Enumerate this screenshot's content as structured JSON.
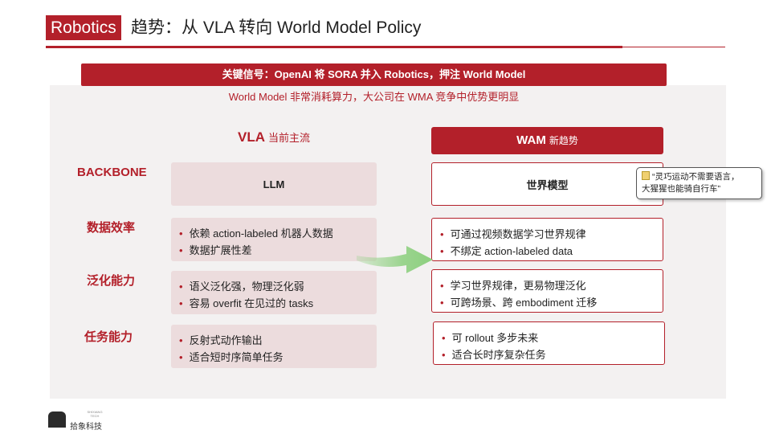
{
  "header": {
    "tag": "Robotics",
    "title": "趋势：从 VLA 转向 World Model Policy"
  },
  "signal": {
    "banner": "关键信号：OpenAI 将 SORA 并入 Robotics，押注 World Model",
    "subtitle": "World Model 非常消耗算力，大公司在 WMA 竞争中优势更明显"
  },
  "columns": {
    "vla": {
      "title": "VLA",
      "subtitle": "当前主流"
    },
    "wam": {
      "title": "WAM",
      "subtitle": "新趋势"
    }
  },
  "rows": {
    "backbone": {
      "label": "BACKBONE",
      "vla": "LLM",
      "wam": "世界模型"
    },
    "data_efficiency": {
      "label": "数据效率",
      "vla": [
        "依赖 action-labeled 机器人数据",
        "数据扩展性差"
      ],
      "wam": [
        "可通过视频数据学习世界规律",
        "不绑定 action-labeled data"
      ]
    },
    "generalization": {
      "label": "泛化能力",
      "vla": [
        "语义泛化强，物理泛化弱",
        "容易 overfit 在见过的 tasks"
      ],
      "wam": [
        "学习世界规律，更易物理泛化",
        "可跨场景、跨 embodiment 迁移"
      ]
    },
    "task_ability": {
      "label": "任务能力",
      "vla": [
        "反射式动作输出",
        "适合短时序简单任务"
      ],
      "wam": [
        "可 rollout 多步未来",
        "适合长时序复杂任务"
      ]
    }
  },
  "note": {
    "icon": "memo-icon",
    "line1": "“灵巧运动不需要语言，",
    "line2": "大猩猩也能骑自行车”"
  },
  "footer": {
    "logo_en_line1": "SHIXIANG",
    "logo_en_line2": "TECH",
    "logo_cn": "拾象科技"
  },
  "colors": {
    "accent": "#b3202a",
    "vla_box": "#ecdcdd",
    "arrow": "#8ccf7e",
    "panel": "#f3f1f1"
  }
}
